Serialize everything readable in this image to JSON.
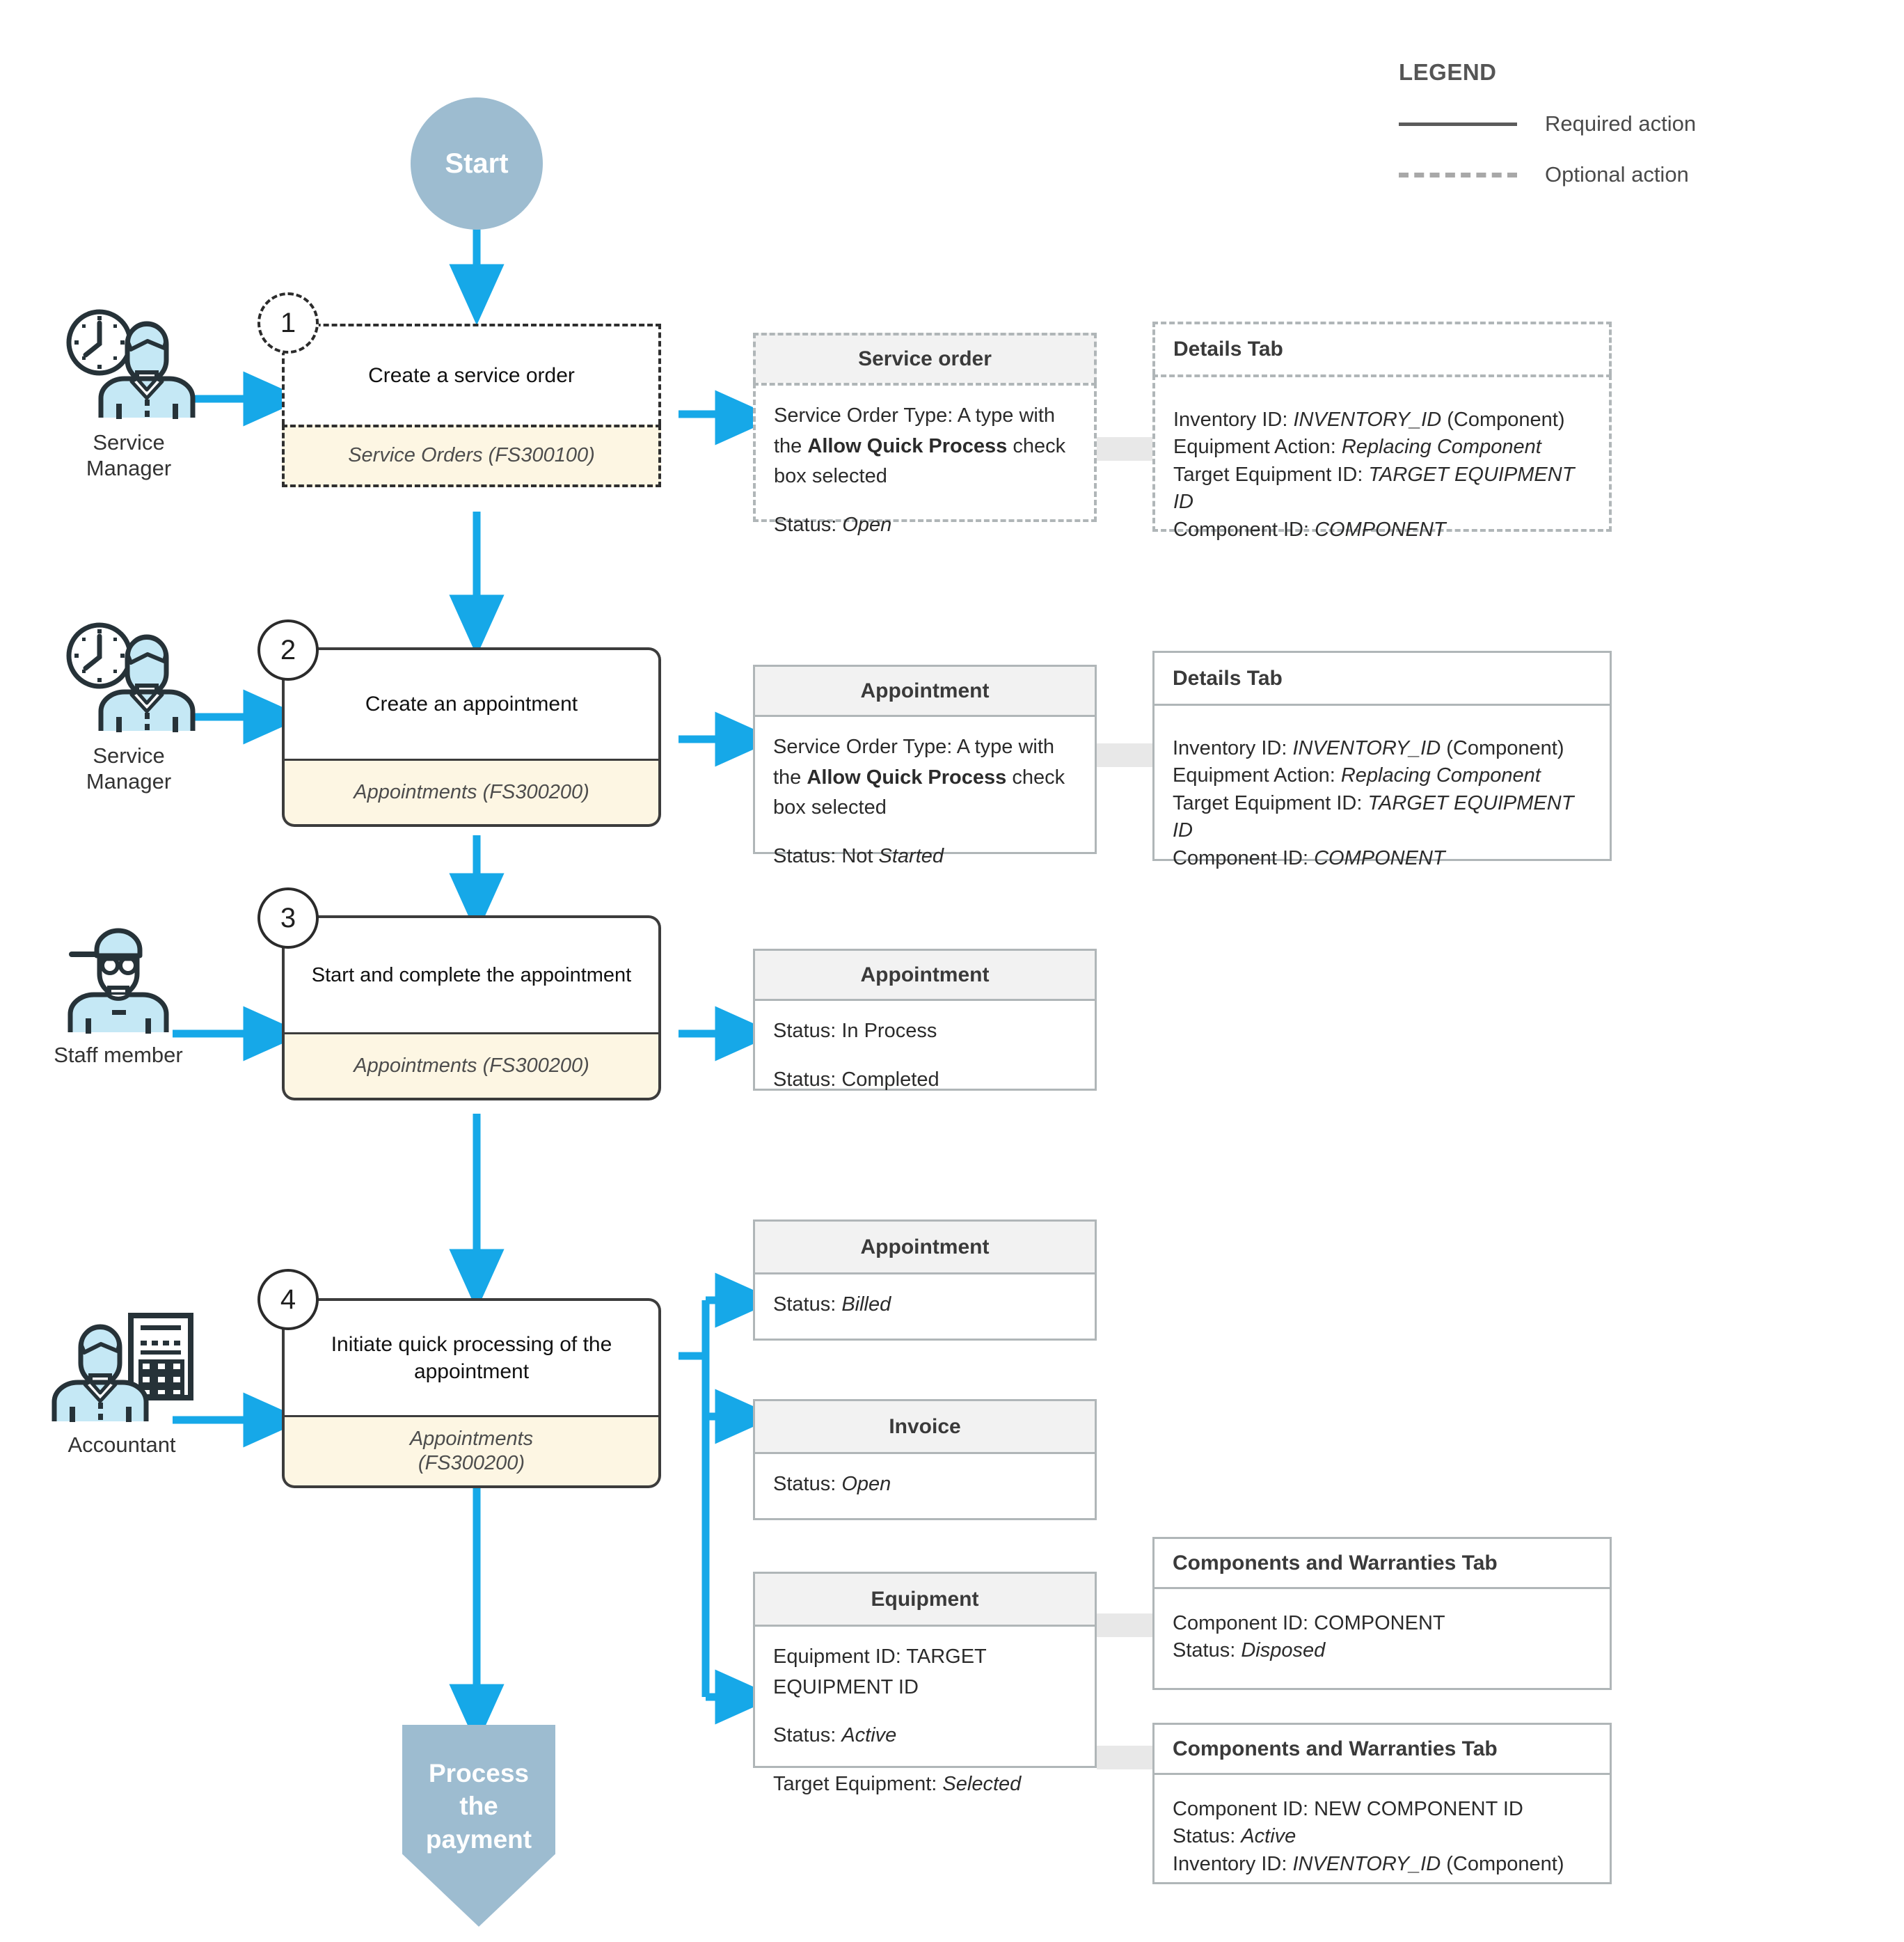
{
  "legend": {
    "title": "LEGEND",
    "rows": [
      {
        "style": "solid",
        "label": "Required action"
      },
      {
        "style": "dashed",
        "label": "Optional action"
      }
    ]
  },
  "terminators": {
    "start": "Start",
    "end": "Process\nthe\npayment"
  },
  "actors": [
    {
      "id": "service-manager-1",
      "name": "Service\nManager",
      "icon": "person-with-clock-icon"
    },
    {
      "id": "service-manager-2",
      "name": "Service\nManager",
      "icon": "person-with-clock-icon"
    },
    {
      "id": "staff-member",
      "name": "Staff member",
      "icon": "person-with-cap-icon"
    },
    {
      "id": "accountant",
      "name": "Accountant",
      "icon": "person-with-calculator-icon"
    }
  ],
  "steps": [
    {
      "number": "1",
      "title": "Create a service order",
      "screen": "Service Orders (FS300100)",
      "style": "optional"
    },
    {
      "number": "2",
      "title": "Create an appointment",
      "screen": "Appointments (FS300200)",
      "style": "required"
    },
    {
      "number": "3",
      "title": "Start and complete the appointment",
      "screen": "Appointments (FS300200)",
      "style": "required"
    },
    {
      "number": "4",
      "title": "Initiate quick processing of the appointment",
      "screen": "Appointments\n(FS300200)",
      "style": "required"
    }
  ],
  "cards": {
    "service_order": {
      "header": "Service order",
      "line1_pre": "Service Order Type: A type with the ",
      "line1_bold": "Allow Quick Process",
      "line1_post": " check box selected",
      "status_label": "Status: ",
      "status_value": "Open"
    },
    "details_tab_1": {
      "header": "Details Tab",
      "rows": [
        {
          "label": "Inventory ID: ",
          "value": "INVENTORY_ID",
          "suffix": " (Component)"
        },
        {
          "label": "Equipment Action: ",
          "value": "Replacing Component",
          "suffix": ""
        },
        {
          "label": "Target Equipment ID: ",
          "value": "TARGET EQUIPMENT ID",
          "suffix": ""
        },
        {
          "label": "Component ID: ",
          "value": "COMPONENT",
          "suffix": ""
        }
      ]
    },
    "appointment_2": {
      "header": "Appointment",
      "line1_pre": "Service Order Type: A type with the ",
      "line1_bold": "Allow Quick Process",
      "line1_post": " check box selected",
      "status_label": "Status: Not ",
      "status_value": "Started"
    },
    "details_tab_2": {
      "header": "Details Tab",
      "rows": [
        {
          "label": "Inventory ID: ",
          "value": "INVENTORY_ID",
          "suffix": " (Component)"
        },
        {
          "label": "Equipment Action: ",
          "value": "Replacing Component",
          "suffix": ""
        },
        {
          "label": "Target Equipment ID: ",
          "value": "TARGET EQUIPMENT ID",
          "suffix": ""
        },
        {
          "label": "Component ID: ",
          "value": "COMPONENT",
          "suffix": ""
        }
      ]
    },
    "appointment_3": {
      "header": "Appointment",
      "status1": "Status: In Process",
      "status2": "Status: Completed"
    },
    "appointment_4": {
      "header": "Appointment",
      "status_label": "Status: ",
      "status_value": "Billed"
    },
    "invoice_4": {
      "header": "Invoice",
      "status_label": "Status: ",
      "status_value": "Open"
    },
    "equipment_4": {
      "header": "Equipment",
      "equipment_id": "Equipment ID: TARGET EQUIPMENT ID",
      "status_label": "Status: ",
      "status_value": "Active",
      "target_label": "Target Equipment: ",
      "target_value": "Selected"
    },
    "components_tab_a": {
      "header": "Components and Warranties Tab",
      "component_id": "Component ID: COMPONENT",
      "status_label": "Status: ",
      "status_value": "Disposed"
    },
    "components_tab_b": {
      "header": "Components and Warranties Tab",
      "component_id": "Component ID: NEW COMPONENT ID",
      "status_label": "Status: ",
      "status_value": "Active",
      "inventory_label": "Inventory ID: ",
      "inventory_value": "INVENTORY_ID",
      "inventory_suffix": " (Component)"
    }
  },
  "colors": {
    "flow_arrow": "#16a8e8",
    "terminator": "#9dbcd0",
    "screen_footer": "#fdf6e3",
    "card_header": "#f2f2f2",
    "card_border": "#b0b6b8",
    "actor_fill": "#c5e8f5",
    "actor_stroke": "#263238"
  }
}
